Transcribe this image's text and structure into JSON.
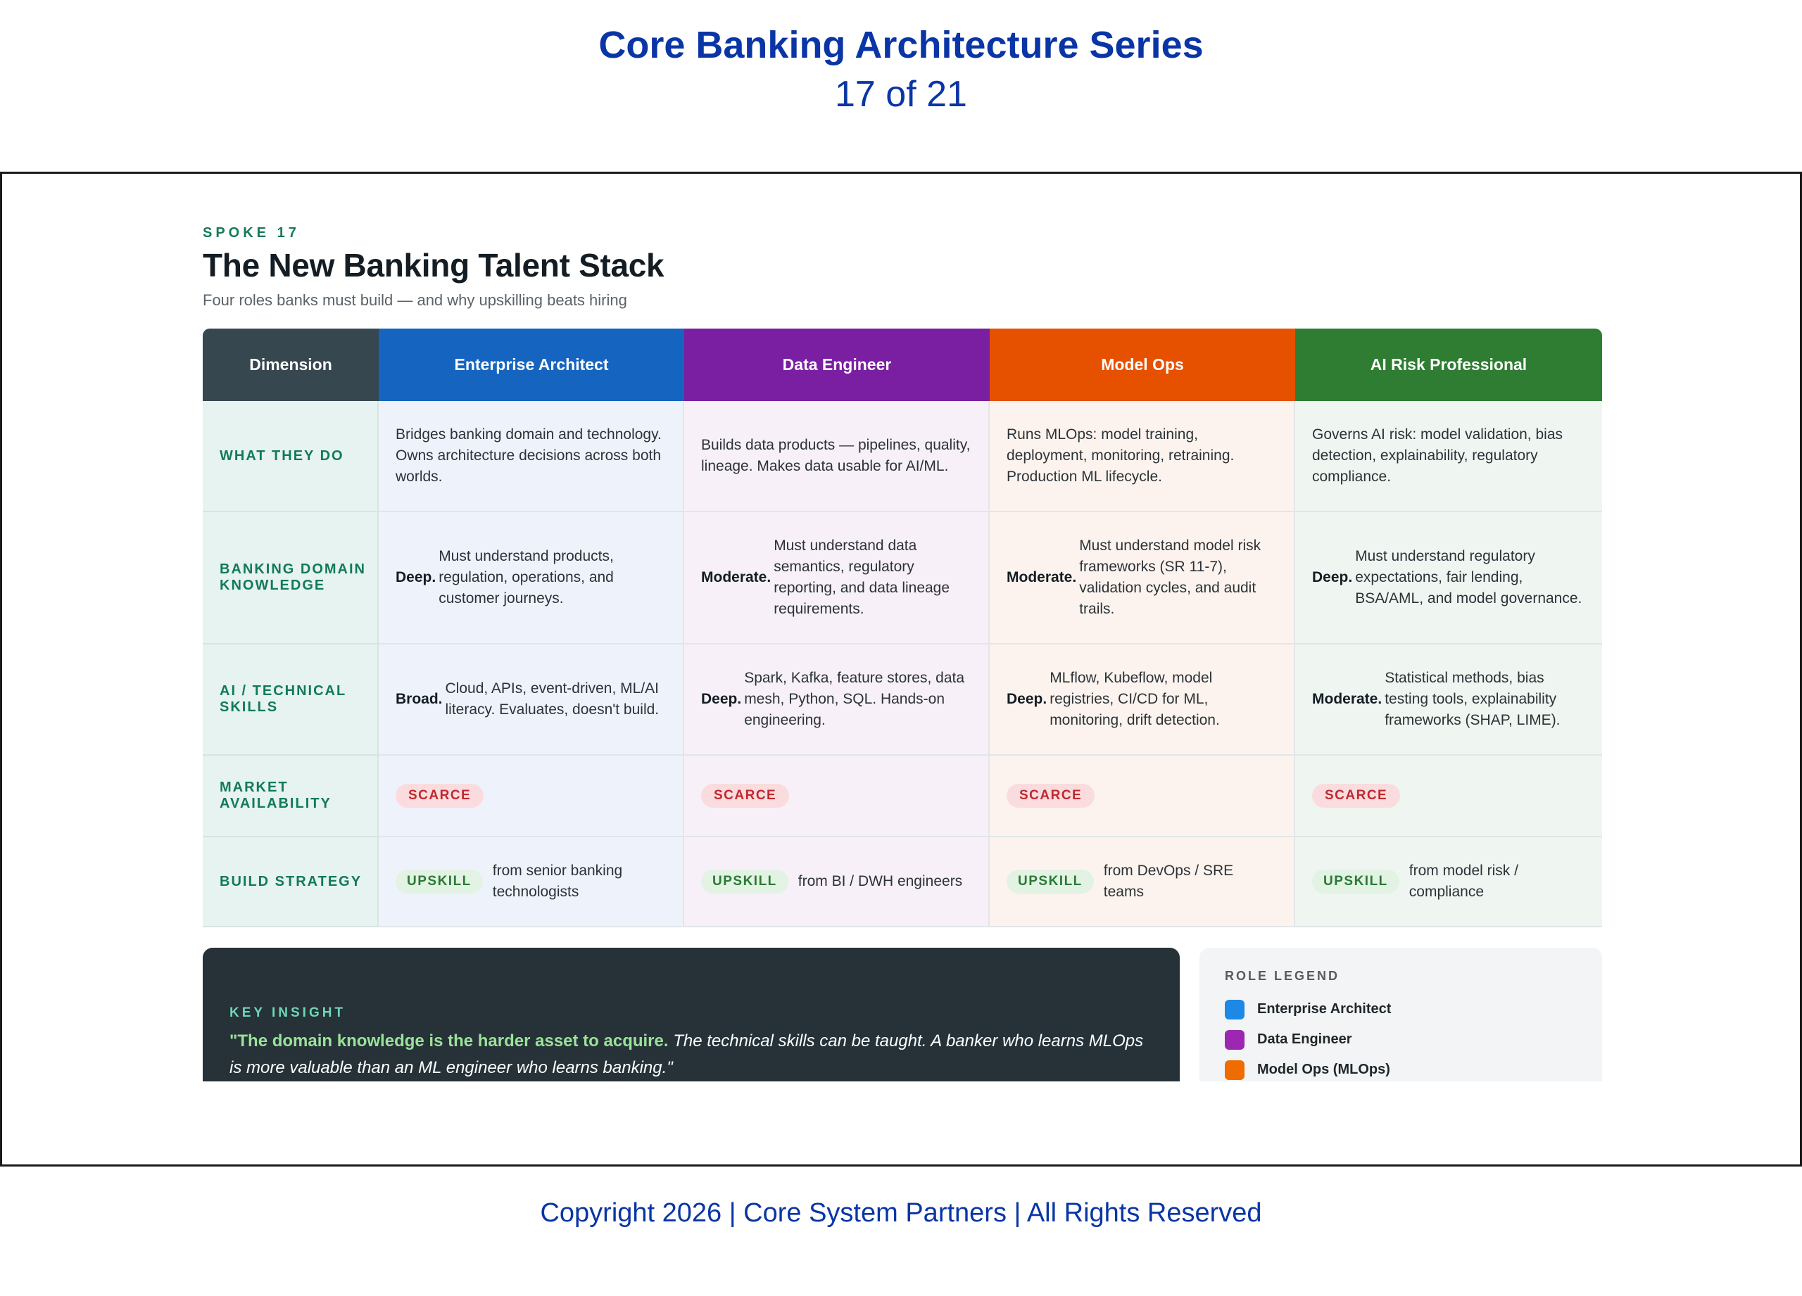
{
  "header": {
    "series_title": "Core Banking Architecture Series",
    "page_indicator": "17 of 21"
  },
  "slide": {
    "kicker": "SPOKE 17",
    "title": "The New Banking Talent Stack",
    "subtitle": "Four roles banks must build — and why upskilling beats hiring"
  },
  "table": {
    "headers": [
      {
        "label": "Dimension",
        "color": "#37474f"
      },
      {
        "label": "Enterprise Architect",
        "color": "#1565c0"
      },
      {
        "label": "Data Engineer",
        "color": "#7b1fa2"
      },
      {
        "label": "Model Ops",
        "color": "#e65100"
      },
      {
        "label": "AI Risk Professional",
        "color": "#2e7d32"
      }
    ],
    "rows": [
      {
        "dimension": "What They Do",
        "cells": [
          {
            "text": "Bridges banking domain and technology. Owns architecture decisions across both worlds."
          },
          {
            "text": "Builds data products — pipelines, quality, lineage. Makes data usable for AI/ML."
          },
          {
            "text": "Runs MLOps: model training, deployment, monitoring, retraining. Production ML lifecycle."
          },
          {
            "text": "Governs AI risk: model validation, bias detection, explainability, regulatory compliance."
          }
        ]
      },
      {
        "dimension": "Banking Domain Knowledge",
        "cells": [
          {
            "level": "Deep.",
            "text": "Must understand products, regulation, operations, and customer journeys."
          },
          {
            "level": "Moderate.",
            "text": "Must understand data semantics, regulatory reporting, and data lineage requirements."
          },
          {
            "level": "Moderate.",
            "text": "Must understand model risk frameworks (SR 11-7), validation cycles, and audit trails."
          },
          {
            "level": "Deep.",
            "text": "Must understand regulatory expectations, fair lending, BSA/AML, and model governance."
          }
        ]
      },
      {
        "dimension": "AI / Technical Skills",
        "cells": [
          {
            "level": "Broad.",
            "text": "Cloud, APIs, event-driven, ML/AI literacy. Evaluates, doesn't build."
          },
          {
            "level": "Deep.",
            "text": "Spark, Kafka, feature stores, data mesh, Python, SQL. Hands-on engineering."
          },
          {
            "level": "Deep.",
            "text": "MLflow, Kubeflow, model registries, CI/CD for ML, monitoring, drift detection."
          },
          {
            "level": "Moderate.",
            "text": "Statistical methods, bias testing tools, explainability frameworks (SHAP, LIME)."
          }
        ]
      },
      {
        "dimension": "Market Availability",
        "cells": [
          {
            "badge": "SCARCE"
          },
          {
            "badge": "SCARCE"
          },
          {
            "badge": "SCARCE"
          },
          {
            "badge": "SCARCE"
          }
        ]
      },
      {
        "dimension": "Build Strategy",
        "cells": [
          {
            "badge": "UPSKILL",
            "text": "from senior banking technologists"
          },
          {
            "badge": "UPSKILL",
            "text": "from BI / DWH engineers"
          },
          {
            "badge": "UPSKILL",
            "text": "from DevOps / SRE teams"
          },
          {
            "badge": "UPSKILL",
            "text": "from model risk / compliance"
          }
        ]
      }
    ]
  },
  "insight": {
    "label": "KEY INSIGHT",
    "highlight": "\"The domain knowledge is the harder asset to acquire.",
    "rest": " The technical skills can be taught. A banker who learns MLOps is more valuable than an ML engineer who learns banking.\""
  },
  "legend": {
    "label": "ROLE LEGEND",
    "items": [
      {
        "label": "Enterprise Architect",
        "color": "#1e88e5"
      },
      {
        "label": "Data Engineer",
        "color": "#9c27b0"
      },
      {
        "label": "Model Ops (MLOps)",
        "color": "#ef6c00"
      }
    ]
  },
  "footer": {
    "copyright": "Copyright 2026 | Core System Partners | All Rights Reserved"
  }
}
